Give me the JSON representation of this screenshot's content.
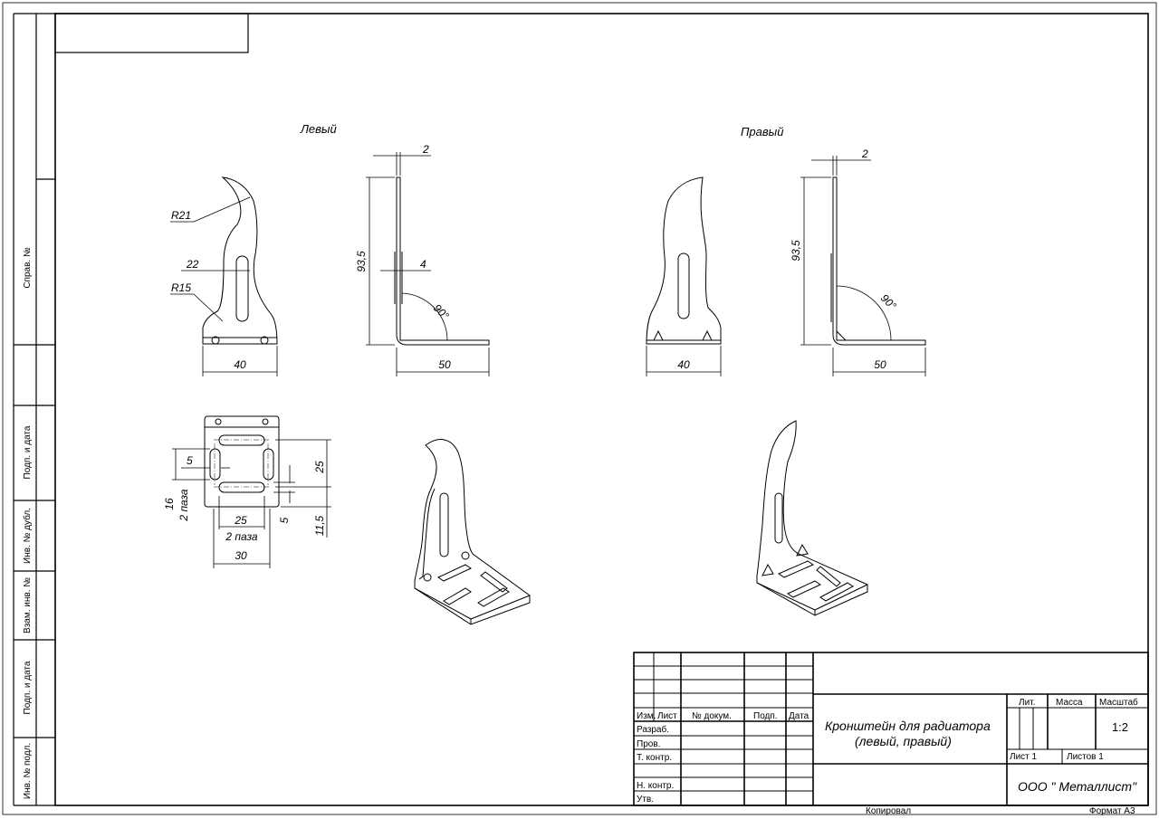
{
  "side_column": {
    "sprav_no": "Справ. №",
    "podp_data_1": "Подп. и дата",
    "inv_dubl": "Инв. № дубл.",
    "vzam_inv": "Взам. инв. №",
    "podp_data_2": "Подп. и дата",
    "inv_podl": "Инв. № подл."
  },
  "views": {
    "left_title": "Левый",
    "right_title": "Правый"
  },
  "dims": {
    "r21": "R21",
    "r15": "R15",
    "d22": "22",
    "d40_left": "40",
    "d40_right": "40",
    "d2_left": "2",
    "d2_right": "2",
    "d93_left": "93,5",
    "d93_right": "93,5",
    "d4": "4",
    "a90_left": "90°",
    "a90_right": "90°",
    "d50_left": "50",
    "d50_right": "50",
    "p5_left": "5",
    "p16": "16",
    "p2slots_v": "2 паза",
    "p25_bottom": "25",
    "p2slots_h": "2 паза",
    "p30": "30",
    "p25_right": "25",
    "p5_right": "5",
    "p11": "11,5"
  },
  "title_block": {
    "izm": "Изм.",
    "list": "Лист",
    "doc_no": "№ докум.",
    "podp": "Подп.",
    "data": "Дата",
    "razrab": "Разраб.",
    "prov": "Пров.",
    "t_kontr": "Т. контр.",
    "n_kontr": "Н. контр.",
    "utv": "Утв.",
    "title_line1": "Кронштейн для радиатора",
    "title_line2": "(левый, правый)",
    "lit": "Лит.",
    "massa": "Масса",
    "masshtab": "Масштаб",
    "scale": "1:2",
    "sheet": "Лист 1",
    "sheets": "Листов 1",
    "company": "ООО \" Металлист\""
  },
  "footer": {
    "kopiroval": "Копировал",
    "format": "Формат А3"
  }
}
